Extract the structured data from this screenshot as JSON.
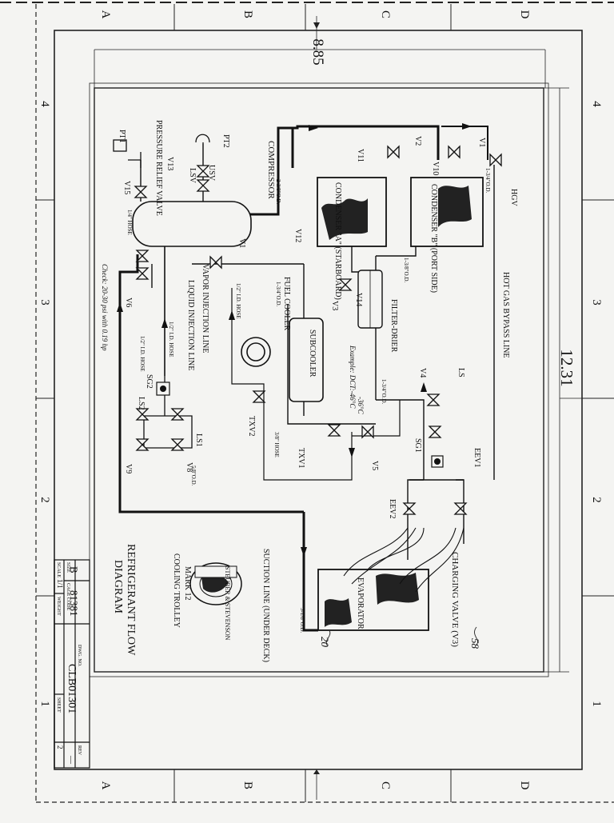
{
  "dimensions": {
    "height": "8.85",
    "width": "12.31"
  },
  "grid": {
    "letters": [
      "A",
      "B",
      "C",
      "D"
    ],
    "numbers": [
      "4",
      "3",
      "2",
      "1"
    ]
  },
  "labels": {
    "compressor": "COMPRESSOR",
    "pressure_relief": "PRESSURE RELIEF VALVE",
    "pt1": "PT1",
    "pt2": "PT2",
    "lsv": "LSV",
    "usv": "USV",
    "v13": "V13",
    "v15": "V15",
    "v11": "V11",
    "v2": "V2",
    "v10": "V10",
    "v1_top": "V1",
    "v1": "V1",
    "v12": "V12",
    "v14": "V14",
    "v3": "V3",
    "v4": "V4",
    "v5": "V5",
    "v6": "V6",
    "v8": "V8",
    "v9": "V9",
    "v15b": "V15",
    "hgv": "HGV",
    "condenser_a": "CONDENSER \"A\" (STARBOARD)",
    "condenser_b": "CONDENSER \"B\" (PORT SIDE)",
    "od_2_3_8": "2-3/8\"O.D.",
    "od_1_3_8": "1-3/8\"O.D.",
    "od_1_3_4a": "1-3/4\"O.D.",
    "od_1_3_4b": "1-3/4\"O.D.",
    "od_1_3_4c": "1-3/4\"O.D.",
    "od_5_8": "5/8\"O.D.",
    "od_3_4": "3-1/8\"O.D.",
    "hose_a": "1/4\" HOSE",
    "hose_b": "1/2\" I.D. HOSE",
    "hose_c": "1/2\" I.D. HOSE",
    "hose_d": "3/8\" HOSE",
    "hose_e": "1/2\" I.D. HOSE",
    "hot_gas_bypass": "HOT GAS BYPASS LINE",
    "filter_drier": "FILTER-DRIER",
    "fuel_cooler": "FUEL COOLER",
    "subcooler": "SUBCOOLER",
    "ls": "LS",
    "sg1": "SG1",
    "sg2": "SG2",
    "eev1": "EEV1",
    "eev2": "EEV2",
    "txv1": "TXV1",
    "txv2": "TXV2",
    "ls1": "LS1",
    "ls2": "LS2",
    "vapor_injection": "VAPOR INJECTION LINE",
    "liquid_injection": "LIQUID INJECTION LINE",
    "charging_valve": "CHARGING VALVE (V3)",
    "evaporator": "EVAPORATOR",
    "suction_line": "SUCTION LINE (UNDER DECK)",
    "title1": "REFRIGERANT FLOW",
    "title2": "DIAGRAM",
    "subtitle1": "MARK 12",
    "subtitle2": "COOLING TROLLEY",
    "company": "STEUBER & STEVENSON"
  },
  "handwritten": {
    "n1": "Check: 20-30 psi with 0.19 hp",
    "n2": "Example: DCT:-46°C",
    "n3": "-36°C",
    "n4": "20",
    "n5": "58"
  },
  "title_block": {
    "size_label": "SIZE",
    "size": "B",
    "cage_label": "CAGE CODE",
    "cage": "81381",
    "dwg_label": "DWG. NO.",
    "dwg": "CLB01301",
    "rev_label": "REV",
    "rev": "—",
    "scale_label": "SCALE",
    "scale": "1/1",
    "weight_label": "WEIGHT",
    "sheet_label": "SHEET",
    "sheet": "2"
  }
}
